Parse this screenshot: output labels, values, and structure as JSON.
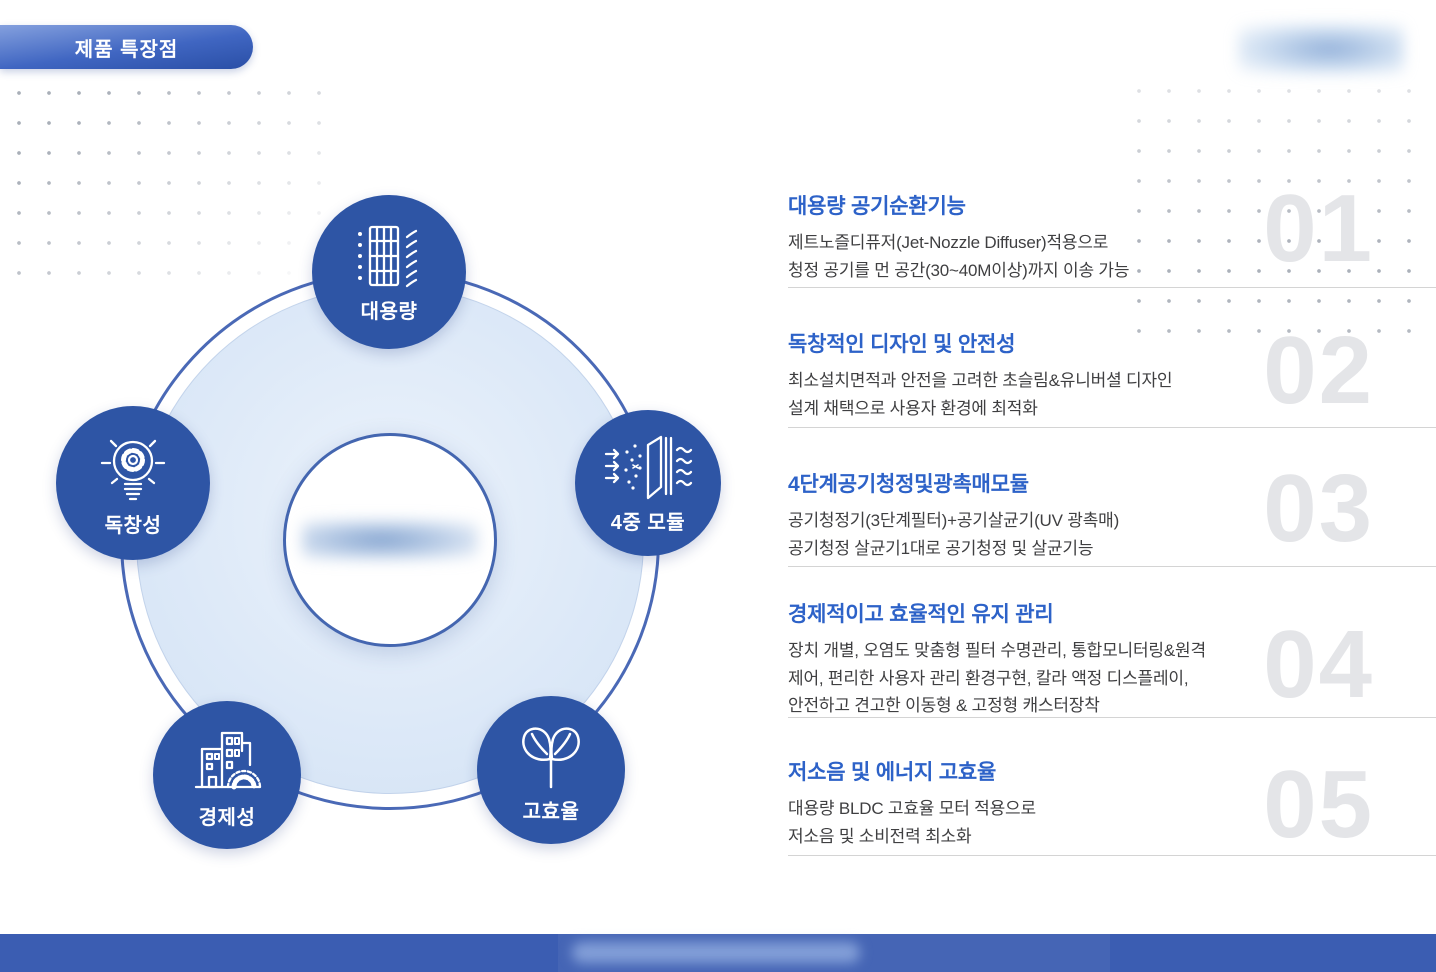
{
  "badge": {
    "label": "제품 특장점"
  },
  "diagram": {
    "nodes": [
      {
        "position": "top",
        "icon": "air-filter-flow-icon",
        "label": "대용량"
      },
      {
        "position": "left",
        "icon": "lightbulb-gear-icon",
        "label": "독창성"
      },
      {
        "position": "right",
        "icon": "filter-layers-icon",
        "label": "4중 모듈"
      },
      {
        "position": "bottom-left",
        "icon": "buildings-gauge-icon",
        "label": "경제성"
      },
      {
        "position": "bottom-right",
        "icon": "sprout-leaf-icon",
        "label": "고효율"
      }
    ]
  },
  "features": [
    {
      "number": "01",
      "title": "대용량 공기순환기능",
      "body": "제트노즐디퓨저(Jet-Nozzle Diffuser)적용으로\n청정 공기를 먼 공간(30~40M이상)까지 이송 가능"
    },
    {
      "number": "02",
      "title": "독창적인 디자인 및 안전성",
      "body": "최소설치면적과 안전을 고려한 초슬림&유니버셜 디자인\n설계 채택으로 사용자 환경에 최적화"
    },
    {
      "number": "03",
      "title": "4단계공기청정및광촉매모듈",
      "body": "공기청정기(3단계필터)+공기살균기(UV 광촉매)\n공기청정 살균기1대로 공기청정 및 살균기능"
    },
    {
      "number": "04",
      "title": "경제적이고 효율적인 유지 관리",
      "body": "장치 개별, 오염도 맞춤형 필터 수명관리, 통합모니터링&원격\n제어, 편리한 사용자 관리 환경구현, 칼라 액정 디스플레이,\n안전하고 견고한 이동형 & 고정형 캐스터장착"
    },
    {
      "number": "05",
      "title": "저소음 및 에너지 고효율",
      "body": "대용량 BLDC 고효율 모터 적용으로\n저소음 및 소비전력 최소화"
    }
  ],
  "colors": {
    "node_blue": "#2e55a5",
    "ring_stroke": "#4a69b6",
    "ring_fill": "#dde9f8",
    "title_blue": "#2d62c8",
    "number_gray": "#e4e5e8",
    "bottom_bar_blue": "#3b5db2"
  }
}
